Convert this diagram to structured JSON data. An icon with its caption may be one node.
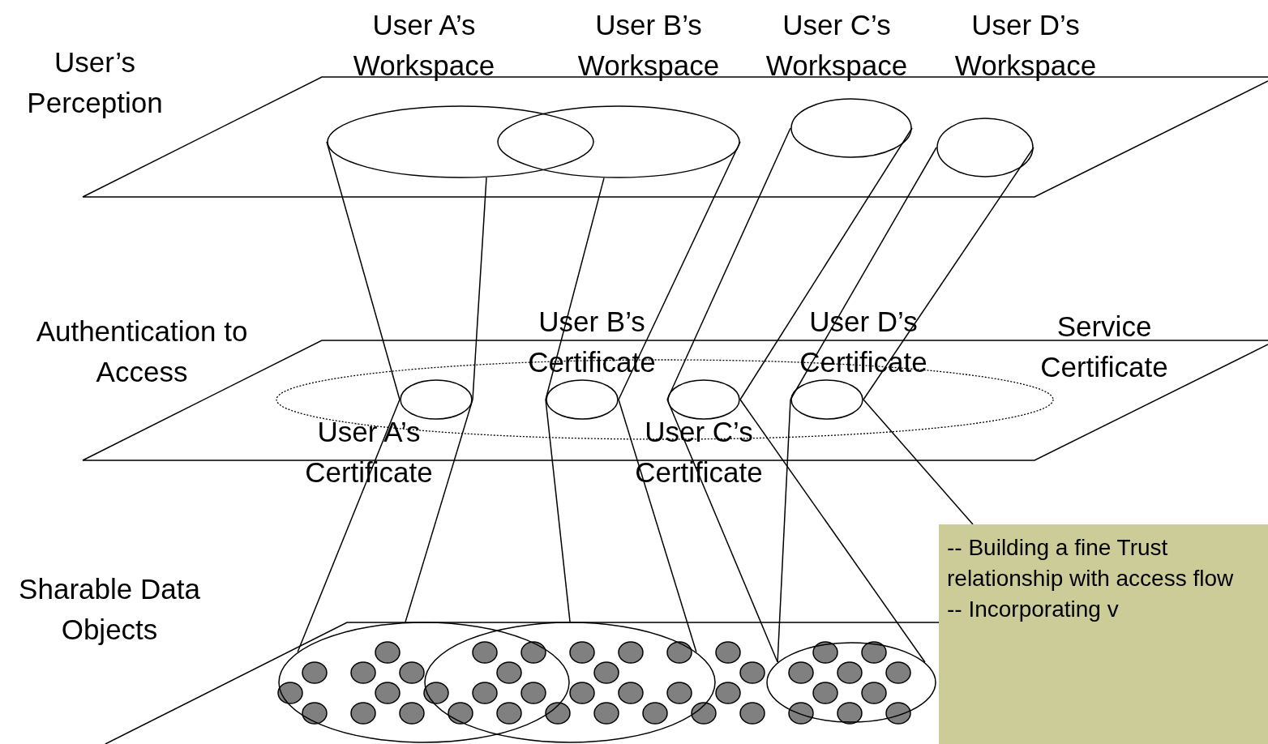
{
  "diagram": {
    "nodes": [
      {
        "text": [],
        "shape": "ellipse",
        "beside": [
          "User A’s Workspace"
        ]
      },
      {
        "text": [],
        "shape": "ellipse",
        "beside": [
          "User B’s Workspace"
        ]
      },
      {
        "text": [],
        "shape": "ellipse",
        "beside": [
          "User C’s Workspace"
        ]
      },
      {
        "text": [],
        "shape": "ellipse",
        "beside": [
          "User D’s Workspace"
        ]
      },
      {
        "text": [],
        "shape": "ellipse",
        "beside": [
          "Service Certificate"
        ]
      },
      {
        "text": [],
        "shape": "ellipse",
        "in": 4,
        "beside": [
          "User A’s Certificate"
        ]
      },
      {
        "text": [],
        "shape": "ellipse",
        "in": 4,
        "beside": [
          "User B’s Certificate"
        ]
      },
      {
        "text": [],
        "shape": "ellipse",
        "in": 4,
        "beside": [
          "User C’s Certificate"
        ]
      },
      {
        "text": [],
        "shape": "ellipse",
        "in": 4,
        "beside": [
          "User D’s Certificate"
        ]
      },
      {
        "text": [],
        "shape": "ellipse"
      },
      {
        "text": [],
        "shape": "ellipse"
      },
      {
        "text": [],
        "shape": "ellipse"
      },
      {
        "text": [
          "-- Building a fine Trust relationship with access flow",
          "-- Incorporating v"
        ]
      }
    ],
    "edges": [
      {
        "from": 0,
        "to": 5,
        "arrow": "none"
      },
      {
        "from": 0,
        "to": 5,
        "arrow": "none"
      },
      {
        "from": 1,
        "to": 6,
        "arrow": "none"
      },
      {
        "from": 1,
        "to": 6,
        "arrow": "none"
      },
      {
        "from": 2,
        "to": 7,
        "arrow": "none"
      },
      {
        "from": 2,
        "to": 7,
        "arrow": "none"
      },
      {
        "from": 3,
        "to": 8,
        "arrow": "none"
      },
      {
        "from": 3,
        "to": 8,
        "arrow": "none"
      },
      {
        "from": 5,
        "to": 9,
        "arrow": "none"
      },
      {
        "from": 5,
        "to": 9,
        "arrow": "none"
      },
      {
        "from": 6,
        "to": 10,
        "arrow": "none"
      },
      {
        "from": 6,
        "to": 10,
        "arrow": "none"
      },
      {
        "from": 7,
        "to": 11,
        "arrow": "none"
      },
      {
        "from": 7,
        "to": 11,
        "arrow": "none"
      },
      {
        "from": 8,
        "to": 11,
        "arrow": "none"
      },
      {
        "from": 8,
        "to": 12,
        "arrow": "none"
      }
    ],
    "labels": [
      "User’s Perception",
      "Authentication to Access",
      "Sharable Data Objects"
    ]
  }
}
